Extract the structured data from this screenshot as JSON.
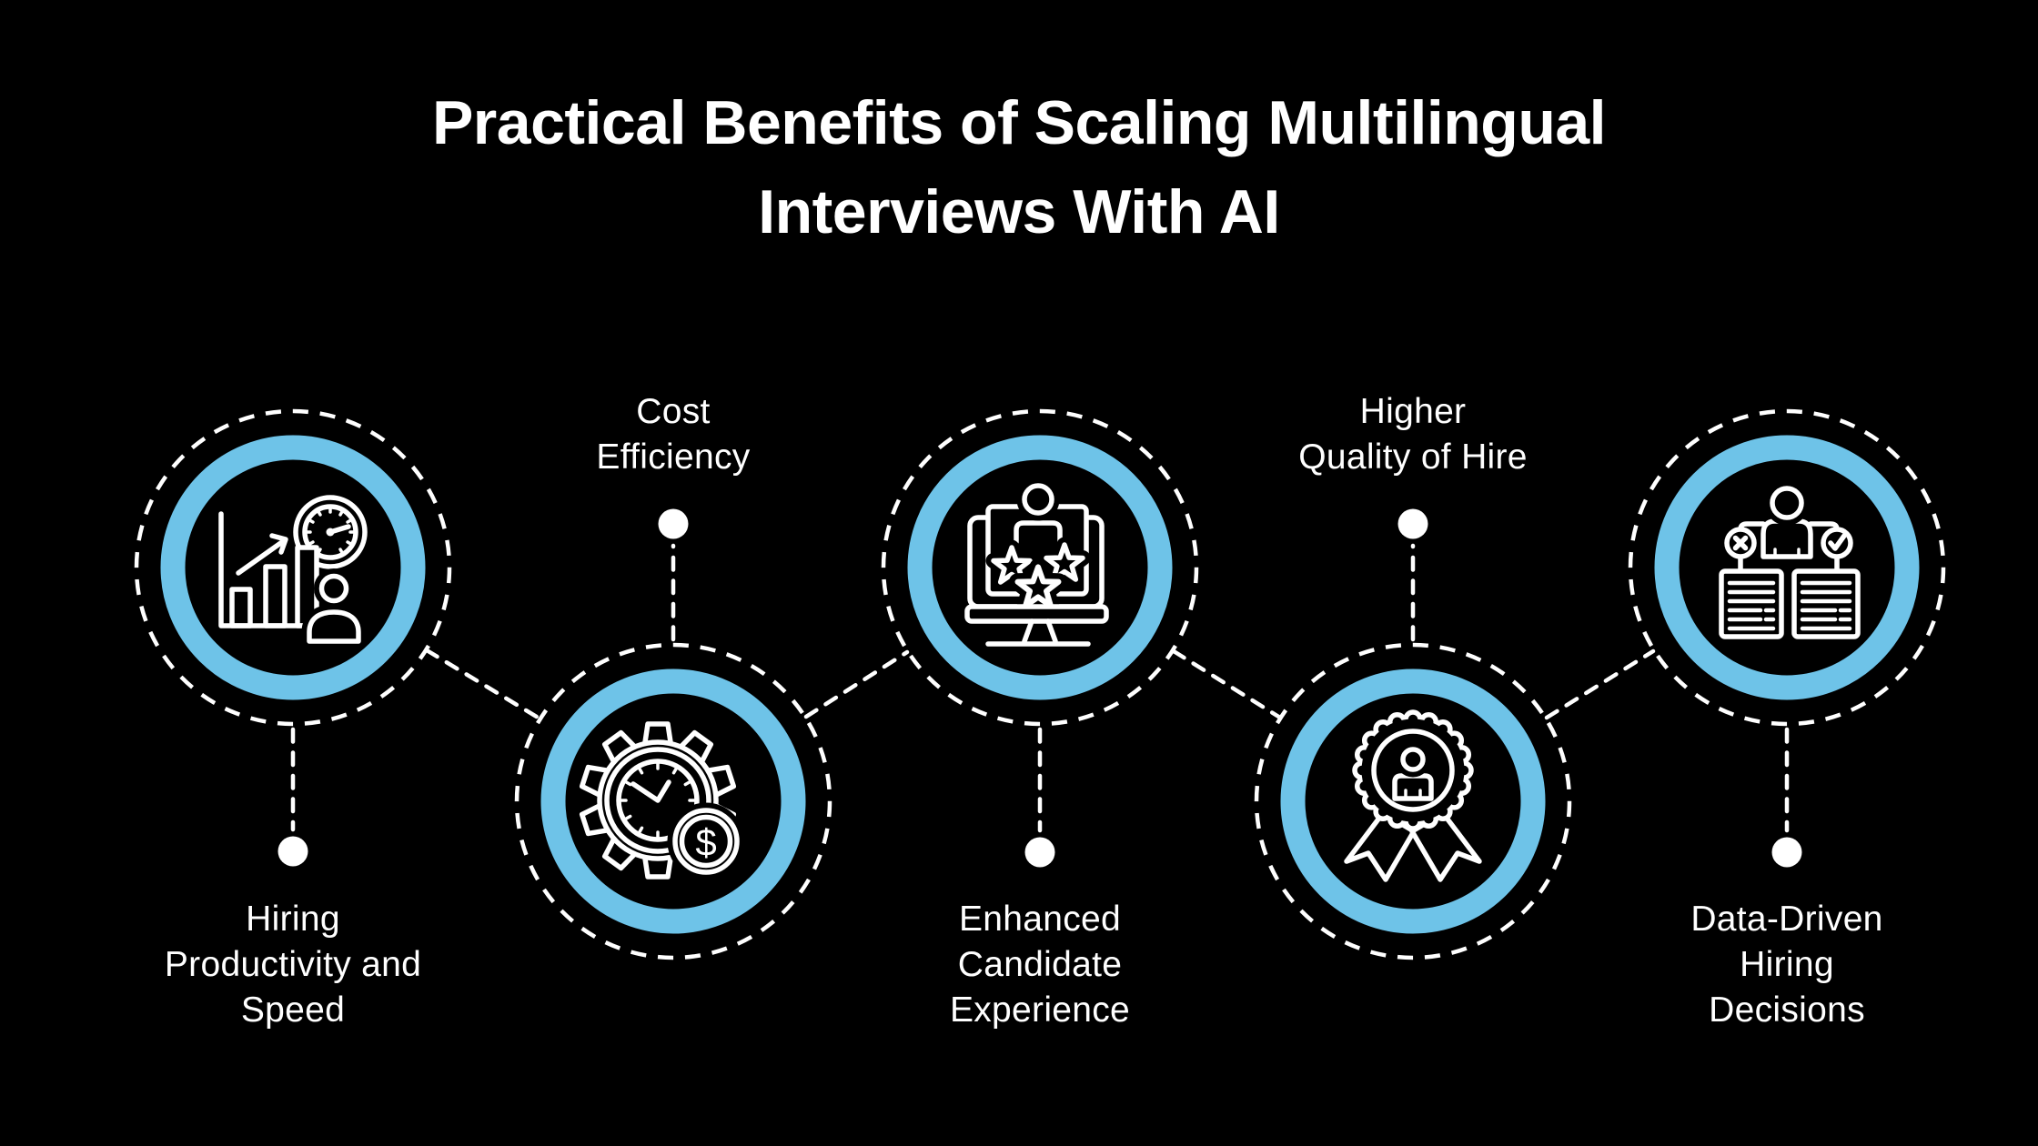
{
  "title": {
    "line1": "Practical Benefits of Scaling Multilingual",
    "line2": "Interviews With AI"
  },
  "colors": {
    "background": "#000000",
    "accent_ring": "#6EC3E8",
    "line_art": "#FFFFFF",
    "text": "#FFFFFF"
  },
  "benefits": [
    {
      "id": "hiring-productivity-and-speed",
      "label": "Hiring Productivity and Speed",
      "lines": [
        "Hiring",
        "Productivity and",
        "Speed"
      ],
      "icon": "bar-chart-speedometer-person-icon",
      "row": "top",
      "label_position": "below"
    },
    {
      "id": "cost-efficiency",
      "label": "Cost Efficiency",
      "lines": [
        "Cost",
        "Efficiency"
      ],
      "icon": "gear-clock-dollar-icon",
      "row": "bottom",
      "label_position": "above"
    },
    {
      "id": "enhanced-candidate-experience",
      "label": "Enhanced Candidate Experience",
      "lines": [
        "Enhanced",
        "Candidate",
        "Experience"
      ],
      "icon": "monitor-stars-avatar-icon",
      "row": "top",
      "label_position": "below"
    },
    {
      "id": "higher-quality-of-hire",
      "label": "Higher Quality of Hire",
      "lines": [
        "Higher",
        "Quality of Hire"
      ],
      "icon": "award-ribbon-person-icon",
      "row": "bottom",
      "label_position": "above"
    },
    {
      "id": "data-driven-hiring-decisions",
      "label": "Data-Driven Hiring Decisions",
      "lines": [
        "Data-Driven",
        "Hiring",
        "Decisions"
      ],
      "icon": "person-check-x-documents-icon",
      "row": "top",
      "label_position": "below"
    }
  ],
  "icon_text": {
    "dollar_symbol": "$"
  }
}
